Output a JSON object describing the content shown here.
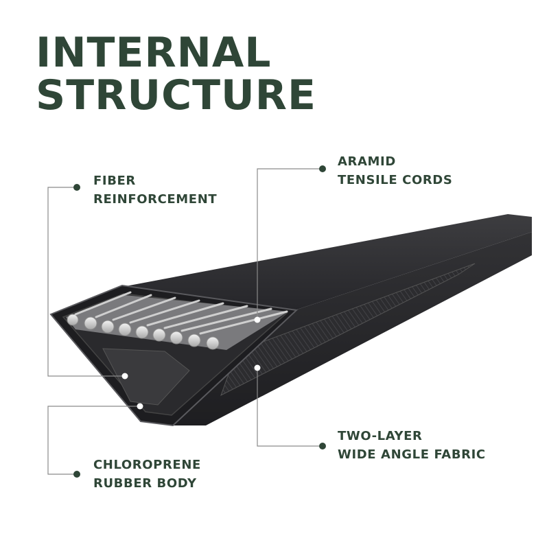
{
  "title": {
    "line1": "INTERNAL",
    "line2": "STRUCTURE"
  },
  "labels": {
    "fiber_reinforcement": {
      "line1": "FIBER",
      "line2": "REINFORCEMENT"
    },
    "aramid_tensile_cords": {
      "line1": "ARAMID",
      "line2": "TENSILE CORDS"
    },
    "chloroprene_rubber_body": {
      "line1": "CHLOROPRENE",
      "line2": "RUBBER BODY"
    },
    "two_layer_fabric": {
      "line1": "TWO-LAYER",
      "line2": "WIDE ANGLE FABRIC"
    }
  },
  "colors": {
    "text": "#2f4637",
    "leader_line": "#8a8a8a",
    "leader_dot": "#2f4637",
    "belt_dark": "#2b2b2d",
    "belt_mid": "#3a3a3c",
    "cord_silver": "#d9d9d9"
  }
}
